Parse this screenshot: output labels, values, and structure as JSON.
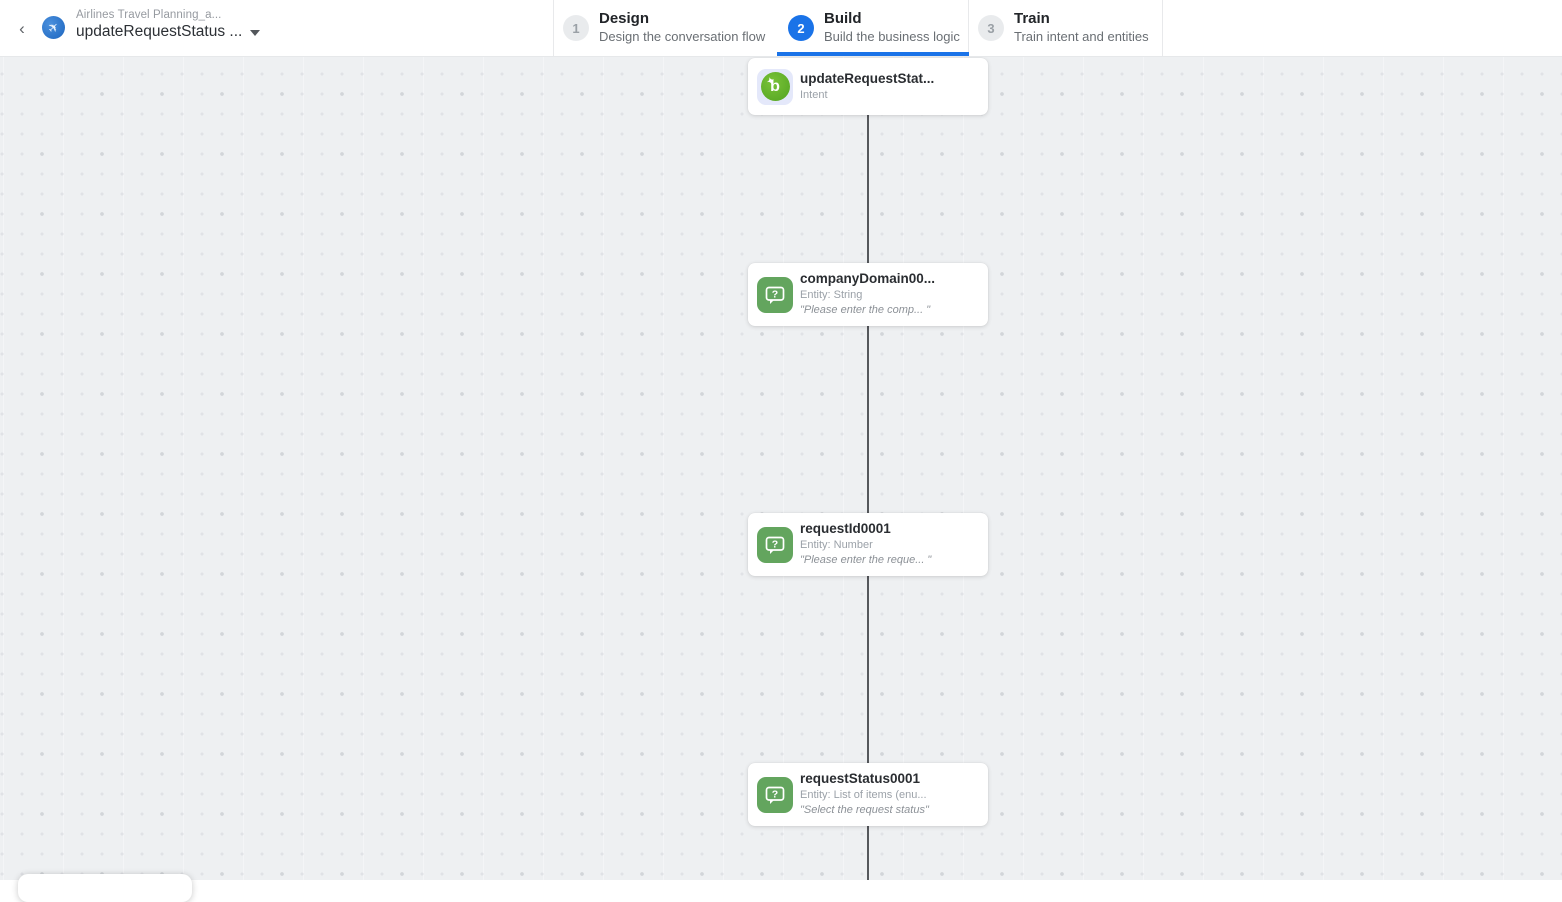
{
  "header": {
    "back_label": "‹",
    "app_subtitle": "Airlines Travel Planning_a...",
    "app_title": "updateRequestStatus ...",
    "logo_icon": "airplane",
    "steps": [
      {
        "number": "1",
        "label": "Design",
        "description": "Design the conversation flow",
        "active": false
      },
      {
        "number": "2",
        "label": "Build",
        "description": "Build the business logic",
        "active": true
      },
      {
        "number": "3",
        "label": "Train",
        "description": "Train intent and entities",
        "active": false
      }
    ]
  },
  "canvas": {
    "nodes": [
      {
        "title": "updateRequestStat...",
        "subtitle": "Intent",
        "quote": "",
        "type": "intent"
      },
      {
        "title": "companyDomain00...",
        "subtitle": "Entity: String",
        "quote": "\"Please enter the comp... \"",
        "type": "entity"
      },
      {
        "title": "requestId0001",
        "subtitle": "Entity: Number",
        "quote": "\"Please enter the reque... \"",
        "type": "entity"
      },
      {
        "title": "requestStatus0001",
        "subtitle": "Entity: List of items (enu...",
        "quote": "\"Select the request status\"",
        "type": "entity"
      }
    ]
  },
  "icons": {
    "intent_glyph": "b",
    "entity_glyph": "chat-bubble-question"
  },
  "colors": {
    "accent_blue": "#1a73e8",
    "entity_green": "#63a55e",
    "intent_green": "#5cab27",
    "canvas_bg": "#eef0f2",
    "connector": "#55585c"
  }
}
